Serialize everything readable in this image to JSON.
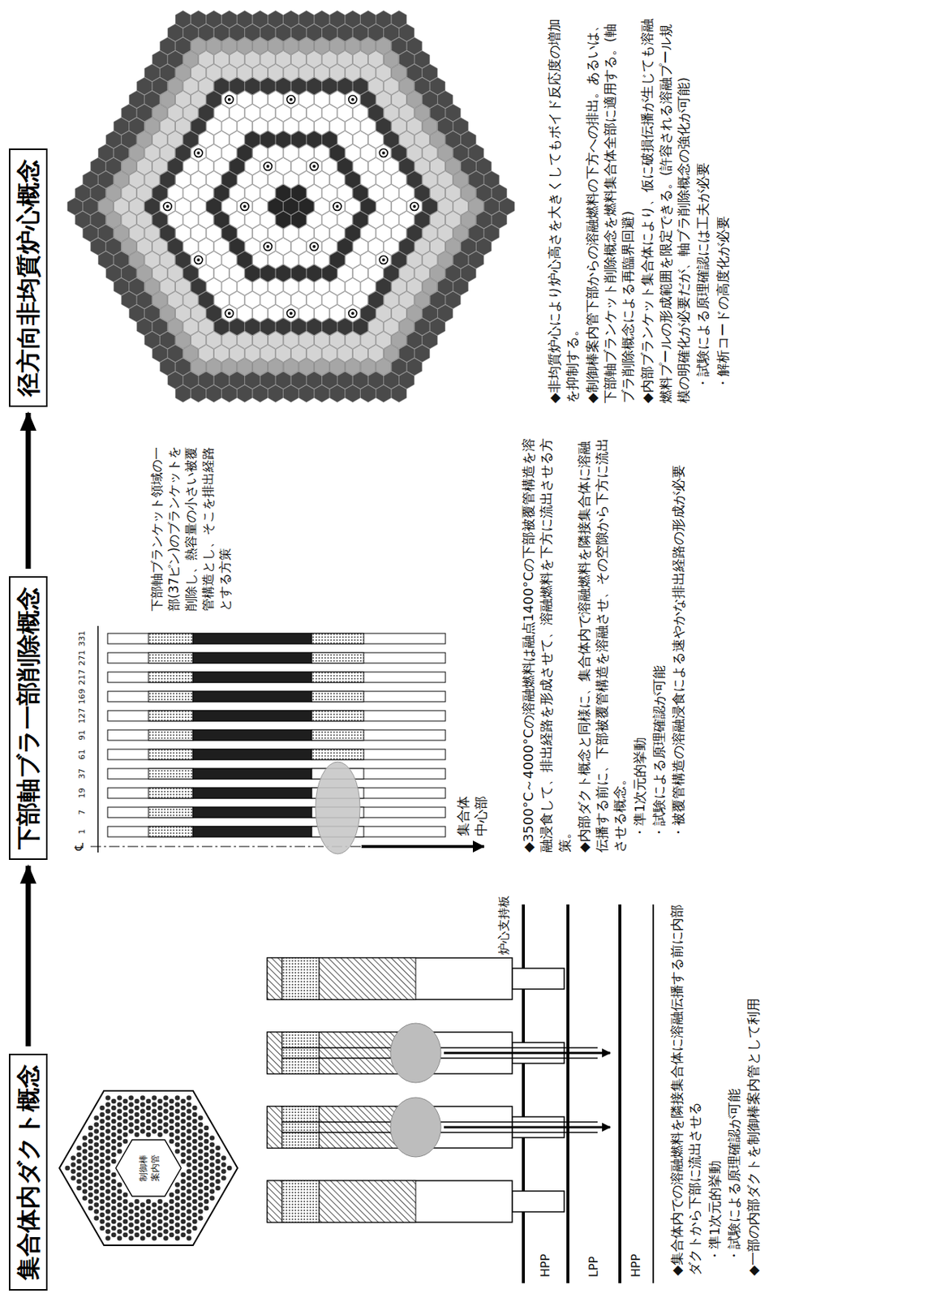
{
  "diagram": {
    "nodes": [
      {
        "text": [
          "集合体内ダクト概念"
        ]
      },
      {
        "text": [
          "下部軸ブラ一部削除概念"
        ]
      },
      {
        "text": [
          "径方向非均質炉心概念"
        ]
      }
    ],
    "edges": [
      {
        "from": 0,
        "to": 1,
        "arrow": "to"
      },
      {
        "from": 1,
        "to": 2,
        "arrow": "to"
      }
    ],
    "labels": [
      "制御棒案内管",
      "炉心支持板",
      "HPP",
      "LPP",
      "HPP",
      "◆集合体内での溶融燃料を隣接集合体に溶融伝播する前に内部ダクトから下部に流出させる",
      "・準1次元的挙動",
      "・試験による原理確認が可能",
      "◆一部の内部ダクトを制御棒案内管として利用",
      "℄",
      "1",
      "7",
      "19",
      "37",
      "61",
      "91",
      "127",
      "169",
      "217",
      "271",
      "331",
      "下部軸ブランケット領域の一部(37ピン)のブランケットを削除し、熱容量の小さい被覆管構造とし、そこを排出経路とする方策",
      "集合体中心部",
      "◆3500°C～4000°Cの溶融燃料は融点1400°Cの下部被覆管構造を溶融浸食して、排出経路を形成させて、溶融燃料を下方に流出させる方策。",
      "◆内部ダクト概念と同様に、集合体内で溶融燃料を隣接集合体に溶融伝播する前に、下部被覆管構造を溶融させ、その空隙から下方に流出させる概念。",
      "・準1次元的挙動",
      "・試験による原理確認が可能",
      "・被覆管構造の溶融浸食による速やかな排出経路の形成が必要",
      "◆非均質炉心により炉心高さを大きくしてもボイド反応度の増加を抑制する。",
      "◆制御棒案内管下部からの溶融燃料の下方への排出。あるいは、下部軸ブランケット削除概念を燃料集合体全部に適用する。(軸ブラ削除概念による再臨界回避)",
      "◆内部ブランケット集合体により、仮に破損伝播が生じても溶融燃料プールの形成範囲を限定できる。(許容される溶融プール規模の明確化が必要だが、軸ブラ削除概念の強化が可能)",
      "・試験による原理確認には工夫が必要",
      "・解析コードの高度化が必要"
    ]
  }
}
